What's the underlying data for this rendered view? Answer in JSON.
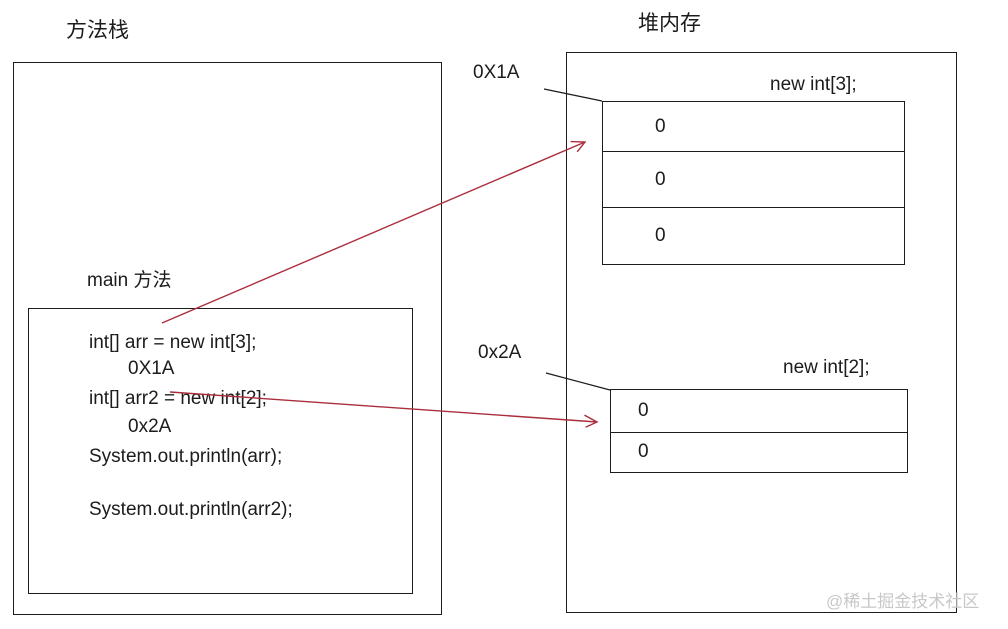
{
  "diagram": {
    "stack": {
      "title": "方法栈",
      "main_method": {
        "label": "main 方法",
        "code_lines": [
          "int[] arr = new int[3];",
          "0X1A",
          "int[] arr2 = new int[2];",
          "0x2A",
          "System.out.println(arr);",
          "System.out.println(arr2);"
        ]
      }
    },
    "heap": {
      "title": "堆内存",
      "arrays": [
        {
          "address_label": "0X1A",
          "caption": "new int[3];",
          "cells": [
            "0",
            "0",
            "0"
          ]
        },
        {
          "address_label": "0x2A",
          "caption": "new int[2];",
          "cells": [
            "0",
            "0"
          ]
        }
      ]
    },
    "watermark": "@稀土掘金技术社区",
    "colors": {
      "line": "#1c1c1c",
      "reference_arrow": "#aa2e3c",
      "watermark": "#c8c8c8",
      "background": "#ffffff"
    }
  }
}
